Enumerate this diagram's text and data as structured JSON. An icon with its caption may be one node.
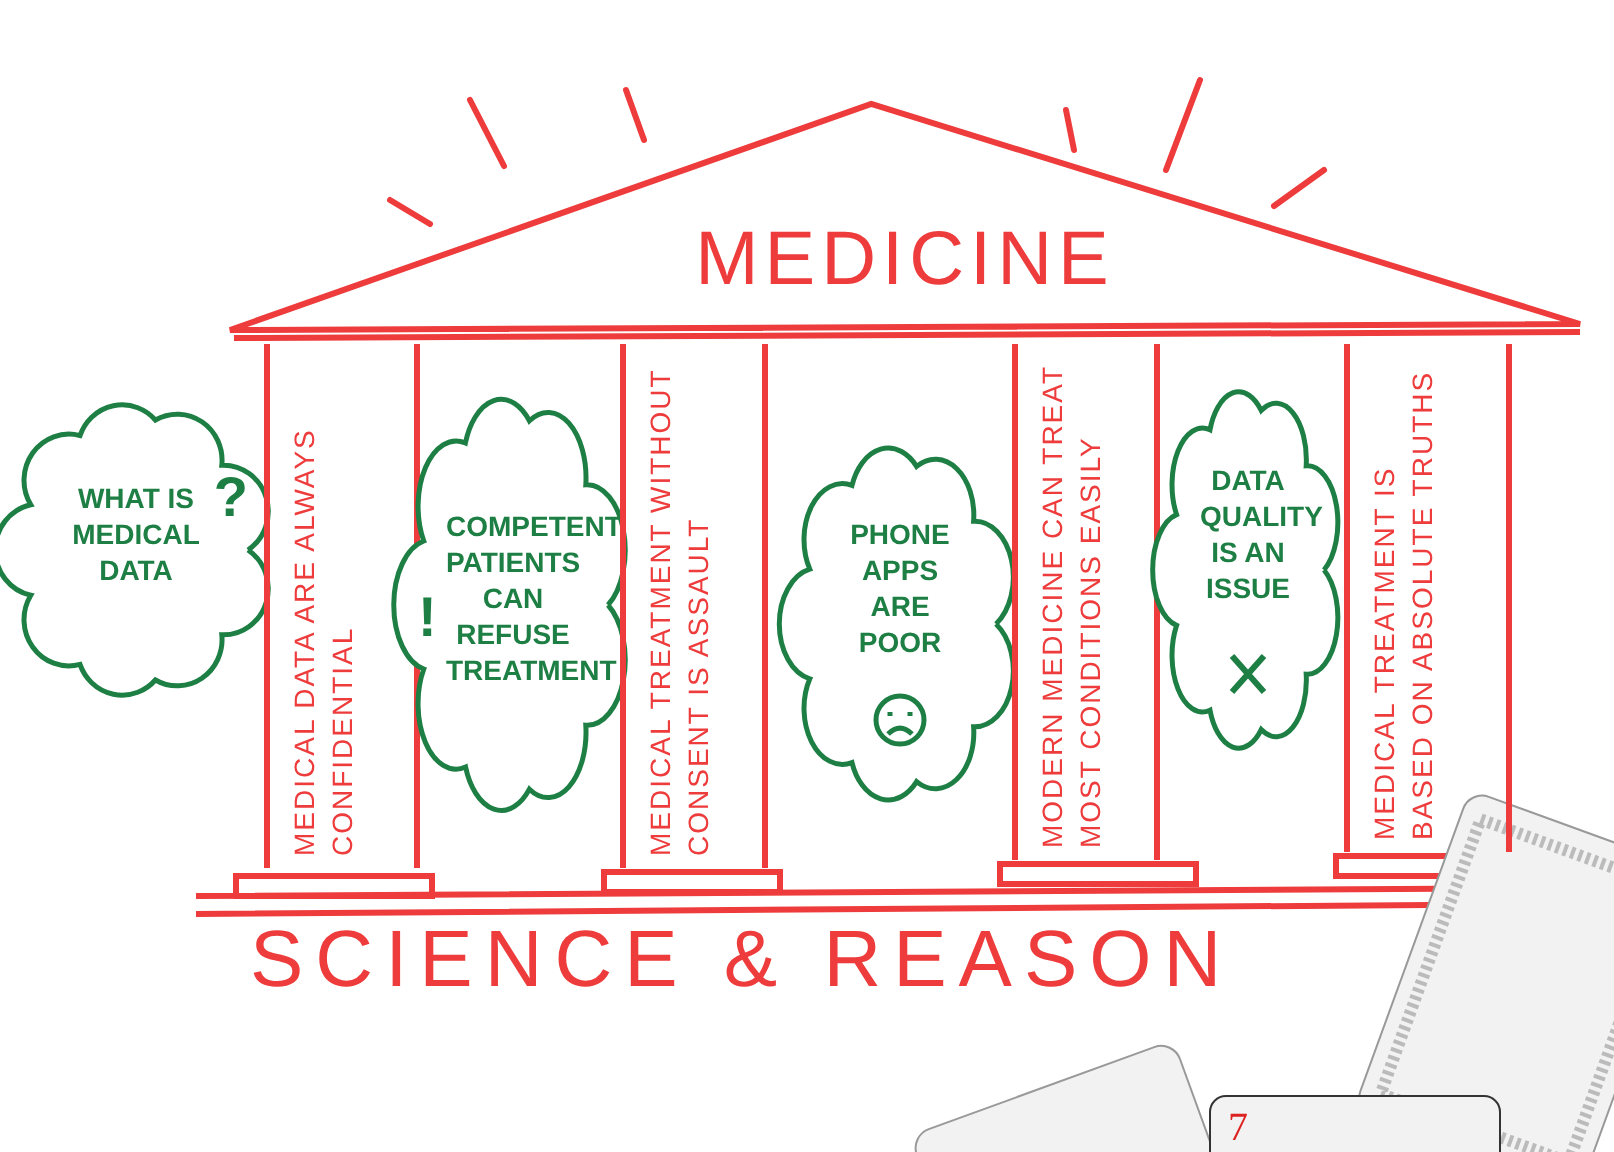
{
  "diagram": {
    "nodes": [
      {
        "text": [
          "MEDICINE"
        ]
      },
      {
        "text": [
          "WHAT IS MEDICAL DATA",
          "?"
        ]
      },
      {
        "text": [
          "MEDICAL DATA ARE ALWAYS CONFIDENTIAL"
        ]
      },
      {
        "text": [
          "!",
          "COMPETENT PATIENTS CAN REFUSE TREATMENT"
        ]
      },
      {
        "text": [
          "MEDICAL TREATMENT WITHOUT CONSENT IS ASSAULT"
        ]
      },
      {
        "text": [
          "PHONE APPS ARE POOR"
        ]
      },
      {
        "text": [
          "MODERN MEDICINE CAN TREAT MOST CONDITIONS EASILY"
        ]
      },
      {
        "text": [
          "DATA QUALITY IS AN ISSUE"
        ]
      },
      {
        "text": [
          "MEDICAL TREATMENT IS BASED ON ABSOLUTE TRUTHS"
        ]
      }
    ],
    "labels": [
      "SCIENCE & REASON",
      "7"
    ]
  }
}
